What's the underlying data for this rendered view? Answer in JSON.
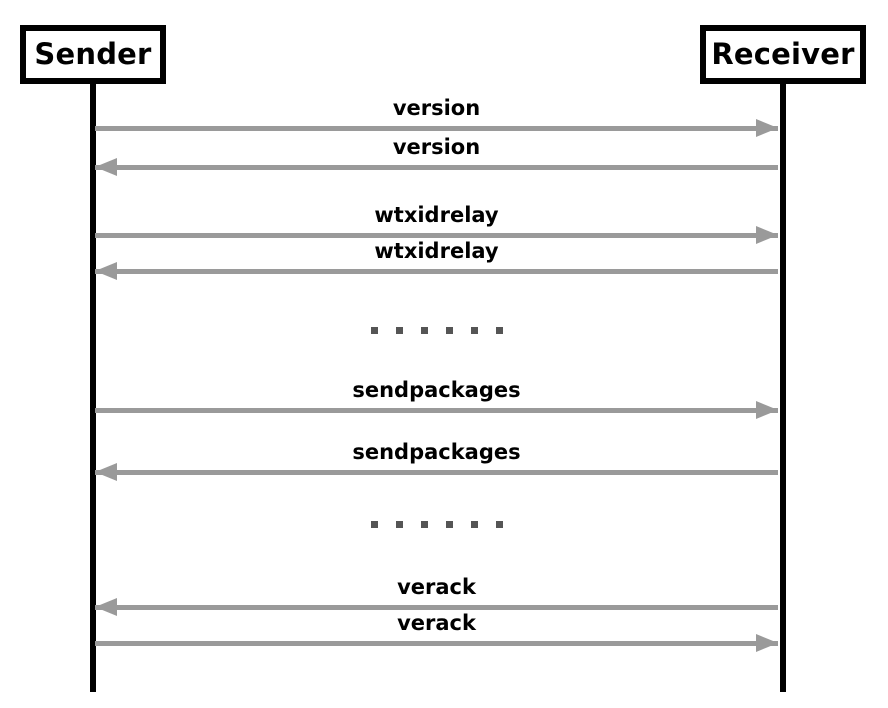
{
  "diagram": {
    "type": "sequence-diagram",
    "title": "",
    "background_color": "#ffffff",
    "participants": [
      {
        "id": "sender",
        "label": "Sender"
      },
      {
        "id": "receiver",
        "label": "Receiver"
      }
    ],
    "colors": {
      "participant_border": "#000000",
      "participant_fill": "#ffffff",
      "lifeline": "#000000",
      "message_arrow": "#9a9a9a",
      "label_text": "#000000",
      "ellipsis_dot": "#555555"
    },
    "steps": [
      {
        "kind": "message",
        "label": "version",
        "from": "sender",
        "to": "receiver",
        "direction": "right"
      },
      {
        "kind": "message",
        "label": "version",
        "from": "receiver",
        "to": "sender",
        "direction": "left"
      },
      {
        "kind": "message",
        "label": "wtxidrelay",
        "from": "sender",
        "to": "receiver",
        "direction": "right"
      },
      {
        "kind": "message",
        "label": "wtxidrelay",
        "from": "receiver",
        "to": "sender",
        "direction": "left"
      },
      {
        "kind": "ellipsis",
        "dots": 6
      },
      {
        "kind": "message",
        "label": "sendpackages",
        "from": "sender",
        "to": "receiver",
        "direction": "right"
      },
      {
        "kind": "message",
        "label": "sendpackages",
        "from": "receiver",
        "to": "sender",
        "direction": "left"
      },
      {
        "kind": "ellipsis",
        "dots": 6
      },
      {
        "kind": "message",
        "label": "verack",
        "from": "receiver",
        "to": "sender",
        "direction": "left"
      },
      {
        "kind": "message",
        "label": "verack",
        "from": "sender",
        "to": "receiver",
        "direction": "right"
      }
    ]
  }
}
